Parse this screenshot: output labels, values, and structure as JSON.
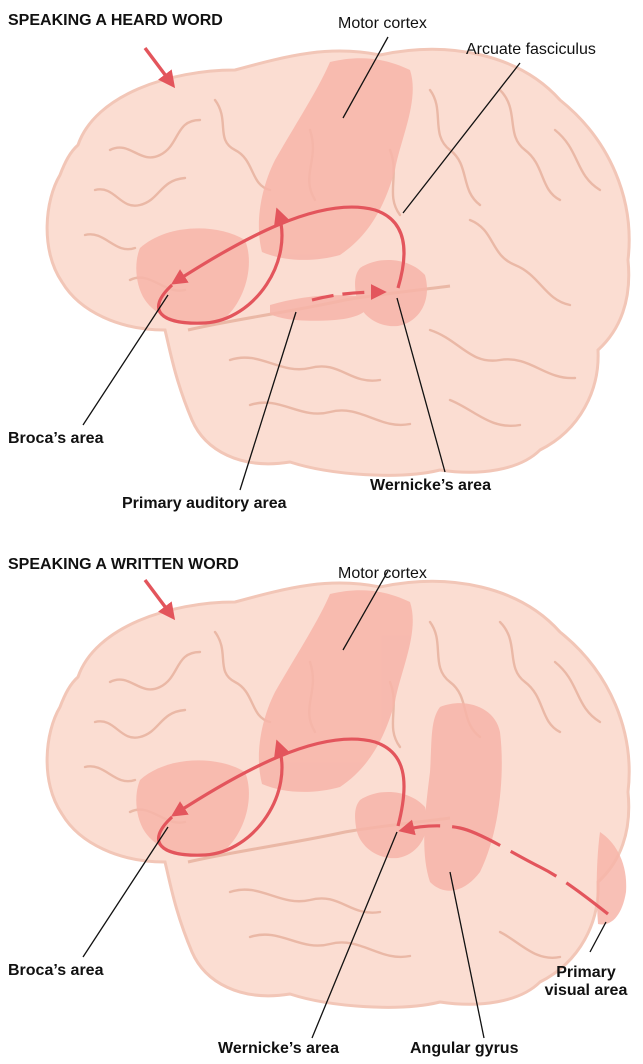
{
  "colors": {
    "brain_fill": "#fbddd2",
    "brain_outline": "#f2c6b7",
    "brain_fold": "#eab8a6",
    "highlight": "#f7b5a9",
    "arrow": "#e3555c",
    "leader_line": "#111111"
  },
  "top_panel": {
    "title": "SPEAKING A HEARD WORD",
    "labels": {
      "motor_cortex": "Motor cortex",
      "arcuate_fasciculus": "Arcuate fasciculus",
      "brocas_area": "Broca’s area",
      "primary_auditory_area": "Primary auditory area",
      "wernickes_area": "Wernicke’s area"
    }
  },
  "bottom_panel": {
    "title": "SPEAKING A WRITTEN WORD",
    "labels": {
      "motor_cortex": "Motor cortex",
      "brocas_area": "Broca’s area",
      "wernickes_area": "Wernicke’s area",
      "angular_gyrus": "Angular gyrus",
      "primary_visual_area_line1": "Primary",
      "primary_visual_area_line2": "visual area"
    }
  }
}
